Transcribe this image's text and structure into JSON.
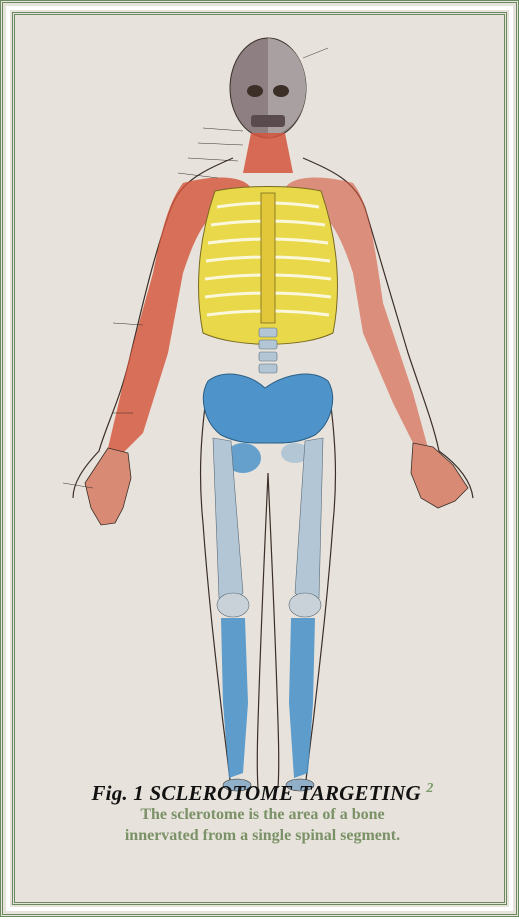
{
  "figure": {
    "caption": {
      "label": "Fig. 1  SCLEROTOME TARGETING",
      "ref": "2",
      "line1": "The sclerotome is the area of a bone",
      "line2": "innervated from a single spinal segment."
    },
    "palette": {
      "background": "#e7e3dc",
      "frame": "#6a8a5e",
      "red": "#d4553c",
      "yellow": "#e8d84a",
      "blue": "#4e93c9",
      "light_blue": "#b3c6d6",
      "caption_green": "#7b9167"
    }
  }
}
